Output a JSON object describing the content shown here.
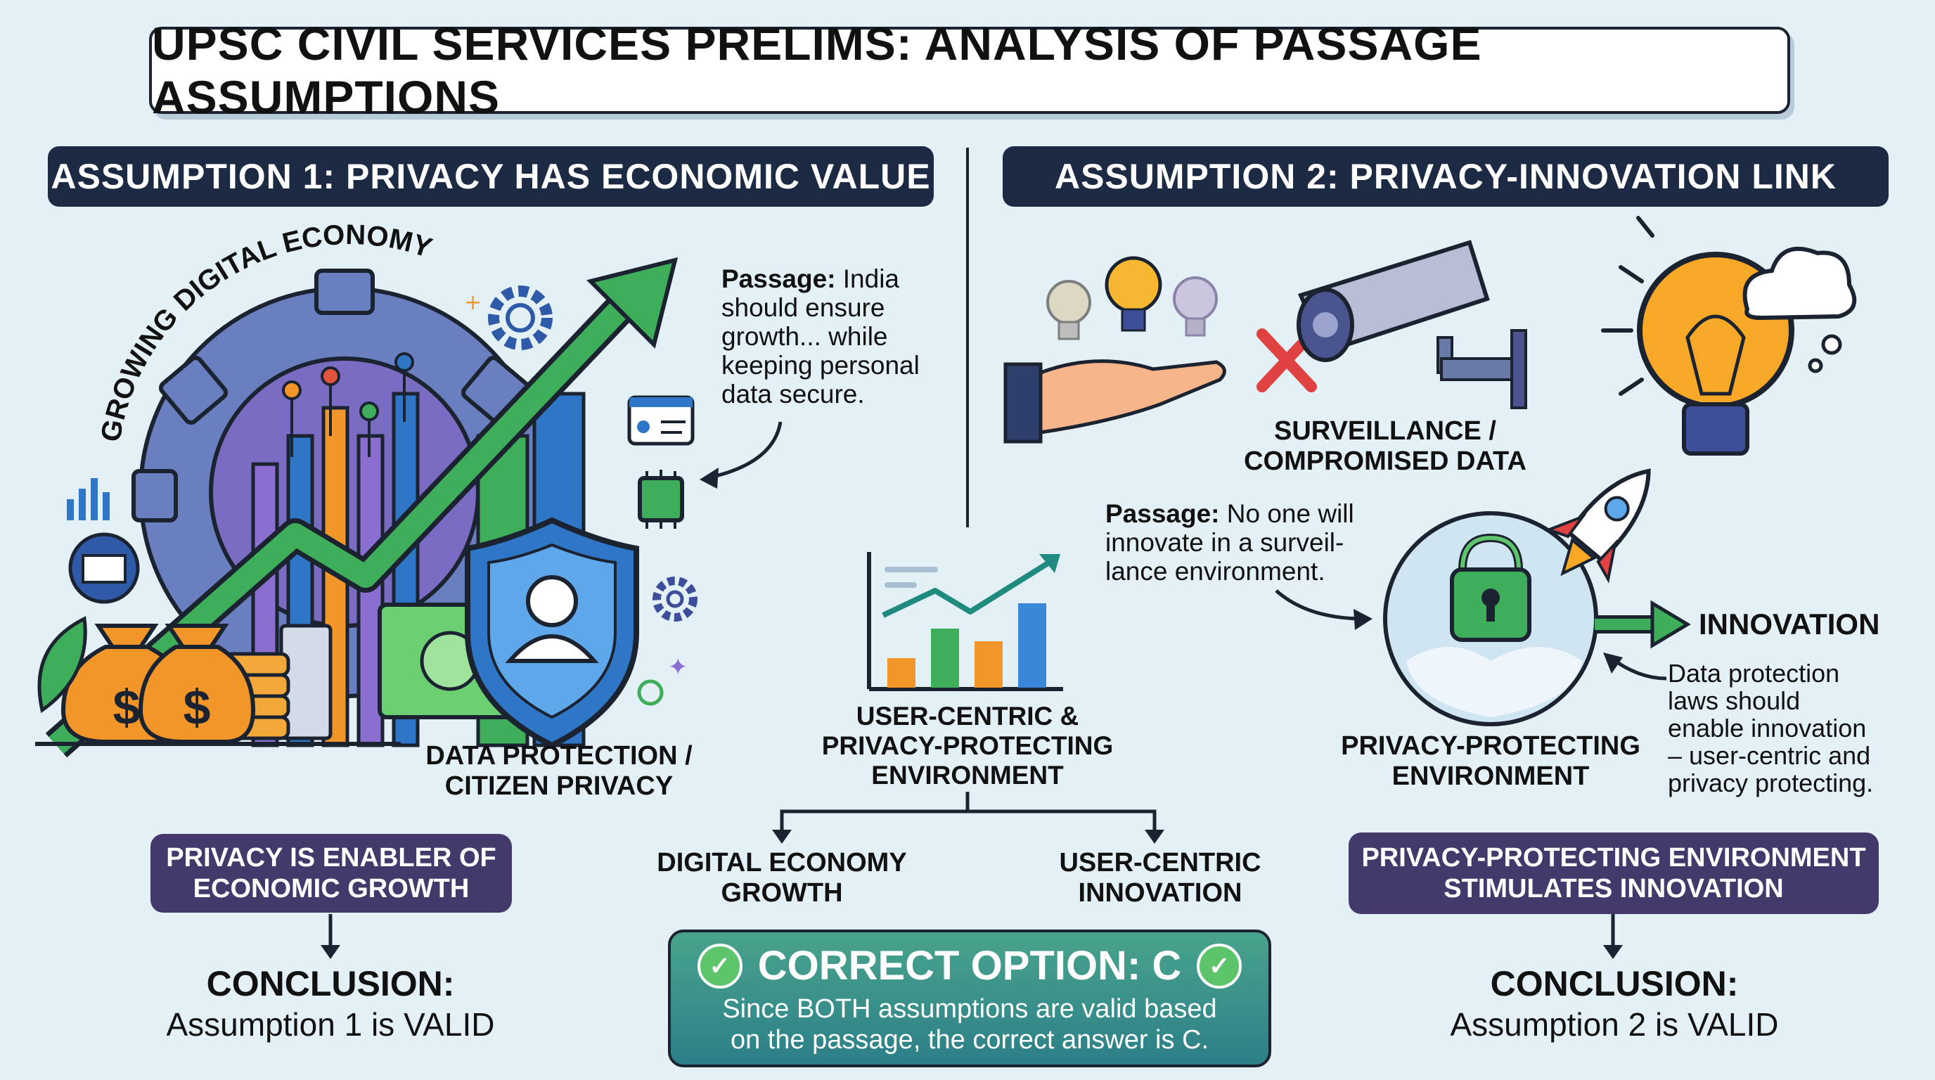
{
  "title": "UPSC CIVIL SERVICES PRELIMS: ANALYSIS OF PASSAGE ASSUMPTIONS",
  "assumption1": {
    "banner": "ASSUMPTION 1: PRIVACY HAS ECONOMIC VALUE",
    "arc_text": "GROWING DIGITAL ECONOMY",
    "passage_label": "Passage:",
    "passage_lines": [
      "India",
      "should ensure",
      "growth... while",
      "keeping personal",
      "data secure."
    ],
    "illustration_label": [
      "DATA PROTECTION /",
      "CITIZEN PRIVACY"
    ],
    "box": [
      "PRIVACY IS ENABLER OF",
      "ECONOMIC GROWTH"
    ],
    "conclusion_title": "CONCLUSION:",
    "conclusion_text": "Assumption 1 is VALID"
  },
  "assumption2": {
    "banner": "ASSUMPTION 2: PRIVACY-INNOVATION LINK",
    "surveillance_label": [
      "SURVEILLANCE /",
      "COMPROMISED DATA"
    ],
    "passage_label": "Passage:",
    "passage_lines": [
      "No one will",
      "innovate in a surveil-",
      "lance environment."
    ],
    "innovation_label": "INNOVATION",
    "note_lines": [
      "Data protection",
      "laws should",
      "enable innovation",
      "– user-centric and",
      "privacy protecting."
    ],
    "environment_label": [
      "PRIVACY-PROTECTING",
      "ENVIRONMENT"
    ],
    "box": [
      "PRIVACY-PROTECTING ENVIRONMENT",
      "STIMULATES INNOVATION"
    ],
    "conclusion_title": "CONCLUSION:",
    "conclusion_text": "Assumption 2 is VALID"
  },
  "center": {
    "label": [
      "USER-CENTRIC &",
      "PRIVACY-PROTECTING",
      "ENVIRONMENT"
    ],
    "left_branch": [
      "DIGITAL ECONOMY",
      "GROWTH"
    ],
    "right_branch": [
      "USER-CENTRIC",
      "INNOVATION"
    ],
    "mini_chart_bars": [
      0.35,
      0.7,
      0.55,
      1.0
    ]
  },
  "answer": {
    "heading": "CORRECT OPTION: C",
    "lines": [
      "Since BOTH assumptions are valid based",
      "on the passage, the correct answer is C."
    ]
  },
  "colors": {
    "navy": "#1d2a44",
    "purple": "#433a6b",
    "green": "#3fae5a",
    "teal": "#2c7f88",
    "orange": "#f2962a",
    "blue": "#3a86d8"
  },
  "icons": [
    "gear-icon",
    "growth-arrow-icon",
    "money-bag-icon",
    "shield-user-icon",
    "lightbulb-icon",
    "hand-icon",
    "security-camera-icon",
    "red-x-icon",
    "lock-globe-icon",
    "rocket-icon",
    "cloud-icon",
    "check-circle-icon",
    "chip-icon",
    "chat-icon"
  ]
}
